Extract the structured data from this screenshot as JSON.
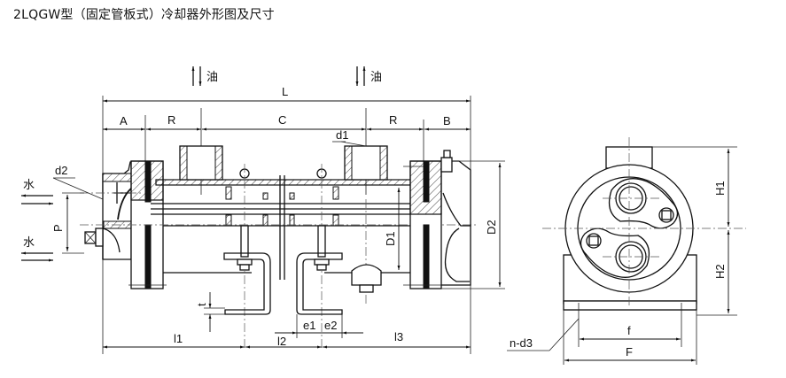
{
  "title": "2LQGW型（固定管板式）冷却器外形图及尺寸",
  "labels": {
    "oil": "油",
    "water": "水",
    "L": "L",
    "A": "A",
    "R": "R",
    "C": "C",
    "B": "B",
    "d1": "d1",
    "d2": "d2",
    "P": "P",
    "D1": "D1",
    "D2": "D2",
    "t": "t",
    "l1": "l1",
    "l2": "l2",
    "l3": "l3",
    "e1": "e1",
    "e2": "e2",
    "H1": "H1",
    "H2": "H2",
    "f": "f",
    "F": "F",
    "nd3": "n-d3"
  },
  "views": [
    "side-section-view",
    "end-view"
  ],
  "flows": {
    "oil_ports": 2,
    "water_ports": 2
  }
}
